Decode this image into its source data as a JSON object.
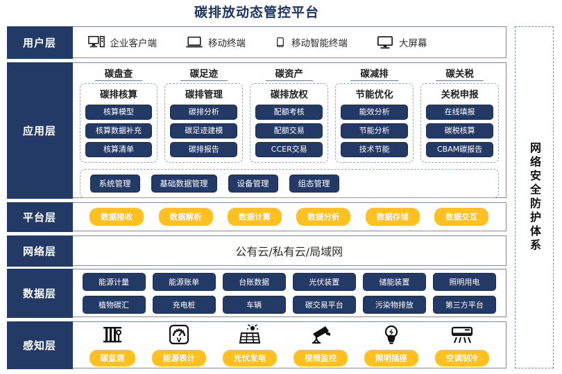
{
  "title": "碳排放动态管控平台",
  "colors": {
    "navy": "#243a66",
    "gold": "#FFC020",
    "border": "#7c89a8",
    "title": "#1b3461"
  },
  "security_band": {
    "label": "网络安全防护体系"
  },
  "layers": {
    "user": {
      "label": "用户层",
      "items": [
        {
          "icon": "desktop-tower-icon",
          "label": "企业客户端"
        },
        {
          "icon": "laptop-icon",
          "label": "移动终端"
        },
        {
          "icon": "smartphone-icon",
          "label": "移动智能终端"
        },
        {
          "icon": "monitor-icon",
          "label": "大屏幕"
        }
      ]
    },
    "application": {
      "label": "应用层",
      "columns": [
        {
          "title": "碳盘查",
          "subtitle": "碳排核算",
          "items": [
            "核算模型",
            "核算数据补充",
            "核算清单"
          ]
        },
        {
          "title": "碳足迹",
          "subtitle": "碳排管理",
          "items": [
            "碳排分析",
            "碳足迹建模",
            "碳排报告"
          ]
        },
        {
          "title": "碳资产",
          "subtitle": "碳排放权",
          "items": [
            "配额考核",
            "配额交易",
            "CCER交易"
          ]
        },
        {
          "title": "碳减排",
          "subtitle": "节能优化",
          "items": [
            "能效分析",
            "节能分析",
            "技术节能"
          ]
        },
        {
          "title": "碳关税",
          "subtitle": "关税申报",
          "items": [
            "在线填报",
            "碳税核算",
            "CBAM碳报告"
          ]
        }
      ],
      "management": [
        "系统管理",
        "基础数据管理",
        "设备管理",
        "组态管理"
      ]
    },
    "platform": {
      "label": "平台层",
      "items": [
        "数据接收",
        "数据解析",
        "数据计算",
        "数据分析",
        "数据存储",
        "数据交互"
      ]
    },
    "network": {
      "label": "网络层",
      "text": "公有云/私有云/局域网"
    },
    "data": {
      "label": "数据层",
      "rows": [
        [
          "能源计量",
          "能源账单",
          "台账数据",
          "光伏装置",
          "储能装置",
          "照明用电"
        ],
        [
          "植物碳汇",
          "充电桩",
          "车辆",
          "碳交易平台",
          "污染物排放",
          "第三方平台"
        ]
      ]
    },
    "perception": {
      "label": "感知层",
      "items": [
        {
          "icon": "carbon-sensor-icon",
          "label": "碳监测"
        },
        {
          "icon": "energy-meter-icon",
          "label": "能源表计"
        },
        {
          "icon": "solar-panel-icon",
          "label": "光伏发电"
        },
        {
          "icon": "cctv-camera-icon",
          "label": "视频监控"
        },
        {
          "icon": "light-bulb-icon",
          "label": "照明插座"
        },
        {
          "icon": "air-conditioner-icon",
          "label": "空调制冷"
        }
      ]
    }
  }
}
